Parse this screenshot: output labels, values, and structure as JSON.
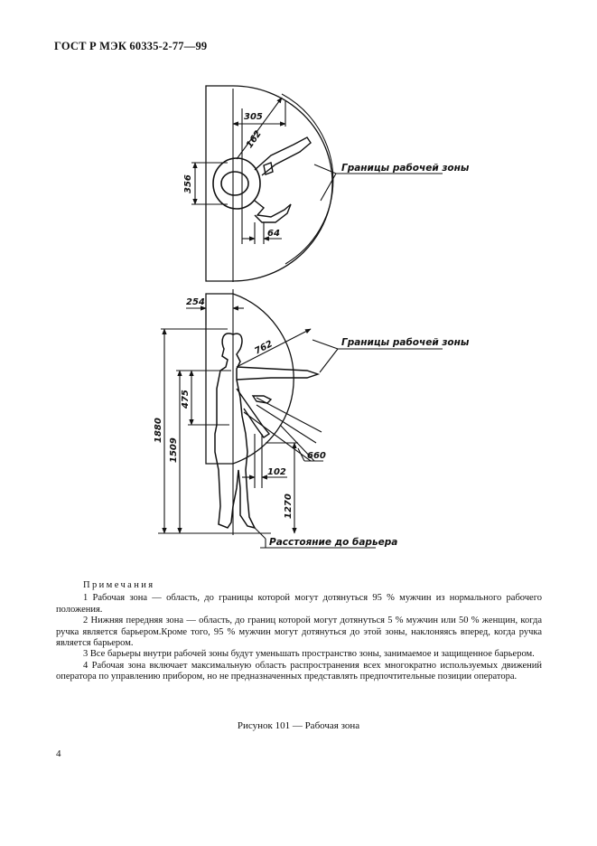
{
  "header": {
    "standard": "ГОСТ Р МЭК 60335-2-77—99"
  },
  "figure": {
    "top_view": {
      "dims": {
        "d305": "305",
        "d162": "162",
        "d356": "356",
        "d64": "64"
      },
      "boundary_label": "Границы рабочей зоны"
    },
    "side_view": {
      "dims": {
        "d254": "254",
        "d762": "762",
        "d1880": "1880",
        "d1509": "1509",
        "d475": "475",
        "d660": "660",
        "d102": "102",
        "d1270": "1270"
      },
      "boundary_label": "Границы рабочей зоны",
      "barrier_label": "Расстояние до барьера"
    }
  },
  "notes": {
    "title": "Примечания",
    "items": [
      "1 Рабочая зона — область, до границы которой могут дотянуться 95 % мужчин из нормального рабочего положения.",
      "2 Нижняя передняя зона — область, до границ которой могут дотянуться 5 % мужчин или 50 % женщин, когда ручка является барьером.Кроме того, 95 % мужчин могут дотянуться до этой зоны, наклоняясь вперед, когда ручка является барьером.",
      "3 Все барьеры внутри рабочей зоны будут уменьшать пространство зоны, занимаемое и защищенное барьером.",
      "4 Рабочая зона включает максимальную область распространения всех многократно используемых движений оператора по управлению прибором, но не предназначенных представлять предпочтительные позиции оператора."
    ]
  },
  "caption": "Рисунок 101 — Рабочая зона",
  "page_number": "4"
}
